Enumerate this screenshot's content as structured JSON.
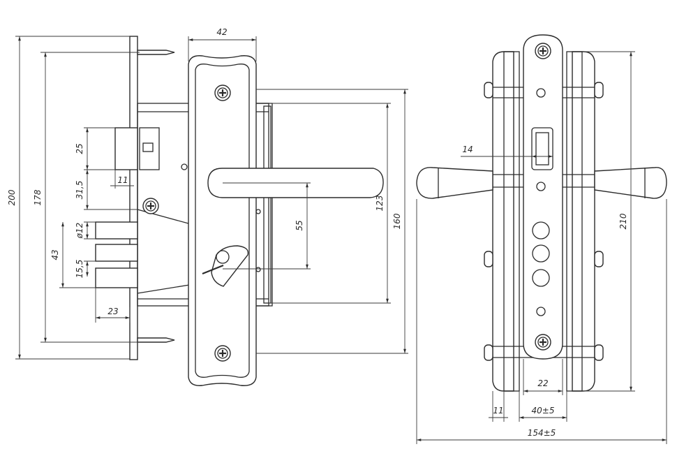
{
  "drawing": {
    "dimensions": {
      "w42": "42",
      "h200": "200",
      "h178": "178",
      "d25": "25",
      "d11a": "11",
      "d31_5": "31,5",
      "d_phi12": "ø12",
      "d43": "43",
      "d15_5": "15,5",
      "d23": "23",
      "d55": "55",
      "d123": "123",
      "d160": "160",
      "d14": "14",
      "d210": "210",
      "d22": "22",
      "d11b": "11",
      "d40": "40±5",
      "d154": "154±5"
    }
  }
}
